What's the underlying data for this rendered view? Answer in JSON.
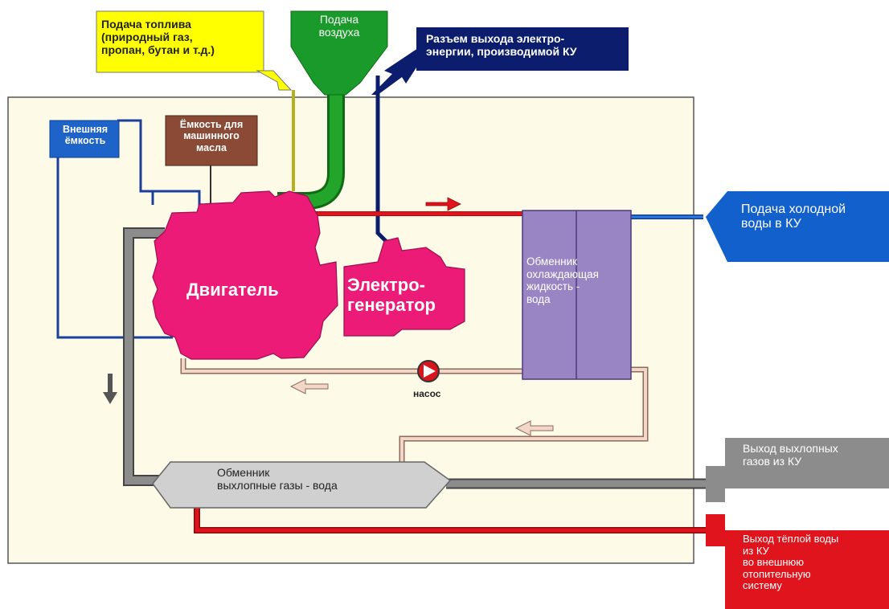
{
  "labels": {
    "fuel_supply": "Подача топлива\n(природный газ,\nпропан, бутан и т.д.)",
    "air_supply": "Подача\nвоздуха",
    "power_output": "Разъем выхода электро-\nэнергии, производимой КУ",
    "external_tank": "Внешняя\nёмкость",
    "oil_tank": "Ёмкость для\nмашинного\nмасла",
    "engine": "Двигатель",
    "generator": "Электро-\nгенератор",
    "coolant_exchanger": "Обменник\nохлаждающая\nжидкость -\nвода",
    "pump": "насос",
    "exhaust_exchanger": "Обменник\nвыхлопные газы - вода",
    "cold_water_in": "Подача холодной\nводы в КУ",
    "exhaust_out": "Выход выхлопных\nгазов из КУ",
    "warm_water_out": "Выход тёплой воды\nиз КУ\nво внешнюю\nотопительную\nсистему"
  },
  "colors": {
    "background_panel": "#fdfbe7",
    "panel_border": "#555555",
    "fuel": "#ffff00",
    "air": "#1a9a2a",
    "power": "#0b1d6c",
    "external_tank": "#1e63c8",
    "oil_tank": "#8a4a35",
    "engine": "#ec1b78",
    "coolant_exchanger": "#9a85c4",
    "cold_water": "#1260cc",
    "hot_water": "#e0141c",
    "exhaust": "#8c8c8c",
    "return_loop": "#f2d7c8",
    "pump": "#d8141c"
  }
}
